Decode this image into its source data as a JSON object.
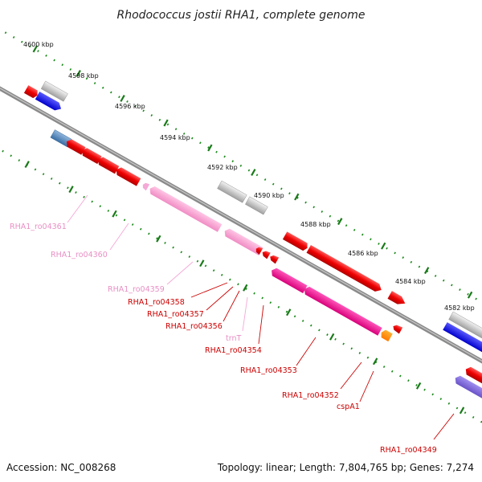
{
  "title": "Rhodococcus jostii RHA1, complete genome",
  "footer": {
    "accession": "Accession: NC_008268",
    "topology": "Topology: linear; Length: 7,804,765 bp; Genes: 7,274"
  },
  "scale_labels": [
    "4600 kbp",
    "4598 kbp",
    "4596 kbp",
    "4594 kbp",
    "4592 kbp",
    "4590 kbp",
    "4588 kbp",
    "4586 kbp",
    "4584 kbp",
    "4582 kbp"
  ],
  "genes": [
    {
      "id": "g_4349",
      "label": "RHA1_ro04349",
      "color": "#cc0000"
    },
    {
      "id": "g_cspA1",
      "label": "cspA1",
      "color": "#cc0000"
    },
    {
      "id": "g_4352",
      "label": "RHA1_ro04352",
      "color": "#cc0000"
    },
    {
      "id": "g_4353",
      "label": "RHA1_ro04353",
      "color": "#cc0000"
    },
    {
      "id": "g_4354",
      "label": "RHA1_ro04354",
      "color": "#cc0000"
    },
    {
      "id": "g_trnT",
      "label": "trnT",
      "color": "#e88fc4"
    },
    {
      "id": "g_4356",
      "label": "RHA1_ro04356",
      "color": "#cc0000"
    },
    {
      "id": "g_4357",
      "label": "RHA1_ro04357",
      "color": "#cc0000"
    },
    {
      "id": "g_4358",
      "label": "RHA1_ro04358",
      "color": "#cc0000"
    },
    {
      "id": "g_4359",
      "label": "RHA1_ro04359",
      "color": "#e88fc4"
    },
    {
      "id": "g_4360",
      "label": "RHA1_ro04360",
      "color": "#e88fc4"
    },
    {
      "id": "g_4361",
      "label": "RHA1_ro04361",
      "color": "#e88fc4"
    }
  ]
}
